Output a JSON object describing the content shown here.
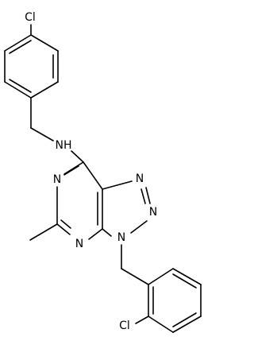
{
  "molecule": {
    "labels": {
      "cl_top": "Cl",
      "nh": "NH",
      "n_ring_left": "N",
      "n_triazole_top": "N",
      "n_triazole_mid": "N",
      "n_ring_bottom": "N",
      "n_triazole_bottom": "N",
      "cl_bottom": "Cl"
    },
    "colors": {
      "bond": "#000000",
      "label": "#000000",
      "background": "#ffffff"
    }
  }
}
